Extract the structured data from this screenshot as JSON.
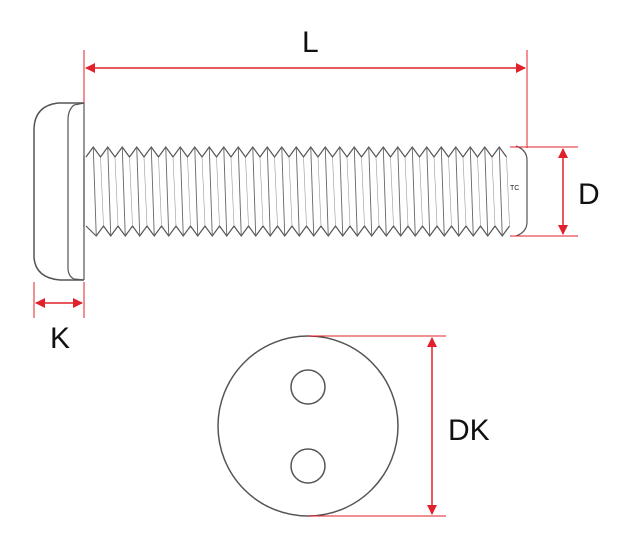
{
  "labels": {
    "length": "L",
    "diameter": "D",
    "head_height": "K",
    "head_diameter": "DK",
    "tip_mark": "TC"
  },
  "colors": {
    "dimension_line": "#e0202a",
    "outline": "#555555",
    "background": "#ffffff"
  }
}
